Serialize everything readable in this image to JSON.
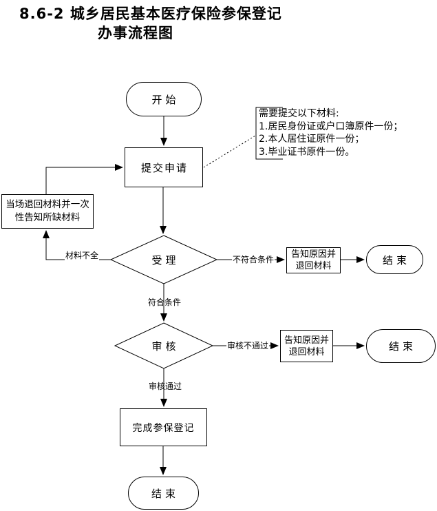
{
  "title": {
    "line1": "8.6-2 城乡居民基本医疗保险参保登记",
    "line2": "办事流程图"
  },
  "nodes": {
    "start": "开始",
    "submit": "提交申请",
    "return_materials": "当场退回材料并一次性告知所缺材料",
    "accept": "受理",
    "notify_return_1": "告知原因并退回材料",
    "end_1": "结束",
    "review": "审核",
    "notify_return_2": "告知原因并退回材料",
    "end_2": "结束",
    "complete": "完成参保登记",
    "end_final": "结束"
  },
  "edge_labels": {
    "materials_incomplete": "材料不全",
    "not_qualified": "不符合条件",
    "qualified": "符合条件",
    "review_failed": "审核不通过",
    "review_passed": "审核通过"
  },
  "note": {
    "title": "需要提交以下材料:",
    "items": [
      "1.居民身份证或户口簿原件一份；",
      "2.本人居住证原件一份；",
      "3.毕业证书原件一份。"
    ]
  },
  "colors": {
    "line": "#000000",
    "background": "#ffffff",
    "text": "#000000"
  }
}
